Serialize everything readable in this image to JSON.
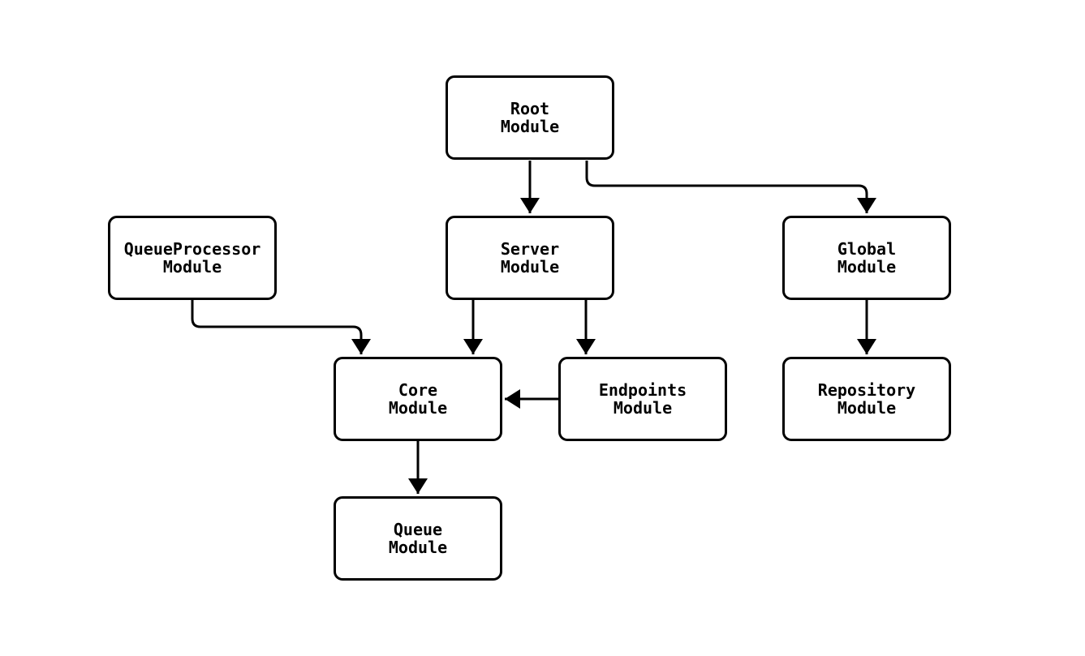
{
  "diagram": {
    "type": "module-dependency-flowchart",
    "nodes": [
      {
        "id": "root",
        "label": "Root\nModule"
      },
      {
        "id": "queueprocessor",
        "label": "QueueProcessor\nModule"
      },
      {
        "id": "server",
        "label": "Server\nModule"
      },
      {
        "id": "global",
        "label": "Global\nModule"
      },
      {
        "id": "core",
        "label": "Core\nModule"
      },
      {
        "id": "endpoints",
        "label": "Endpoints\nModule"
      },
      {
        "id": "repository",
        "label": "Repository\nModule"
      },
      {
        "id": "queue",
        "label": "Queue\nModule"
      }
    ],
    "edges": [
      {
        "from": "root",
        "to": "server"
      },
      {
        "from": "root",
        "to": "global"
      },
      {
        "from": "queueprocessor",
        "to": "core"
      },
      {
        "from": "server",
        "to": "core"
      },
      {
        "from": "server",
        "to": "endpoints"
      },
      {
        "from": "endpoints",
        "to": "core"
      },
      {
        "from": "global",
        "to": "repository"
      },
      {
        "from": "core",
        "to": "queue"
      }
    ],
    "colors": {
      "background": "#ffffff",
      "node_fill": "#ffffff",
      "node_border": "#000000",
      "edge": "#000000",
      "text": "#000000"
    }
  }
}
